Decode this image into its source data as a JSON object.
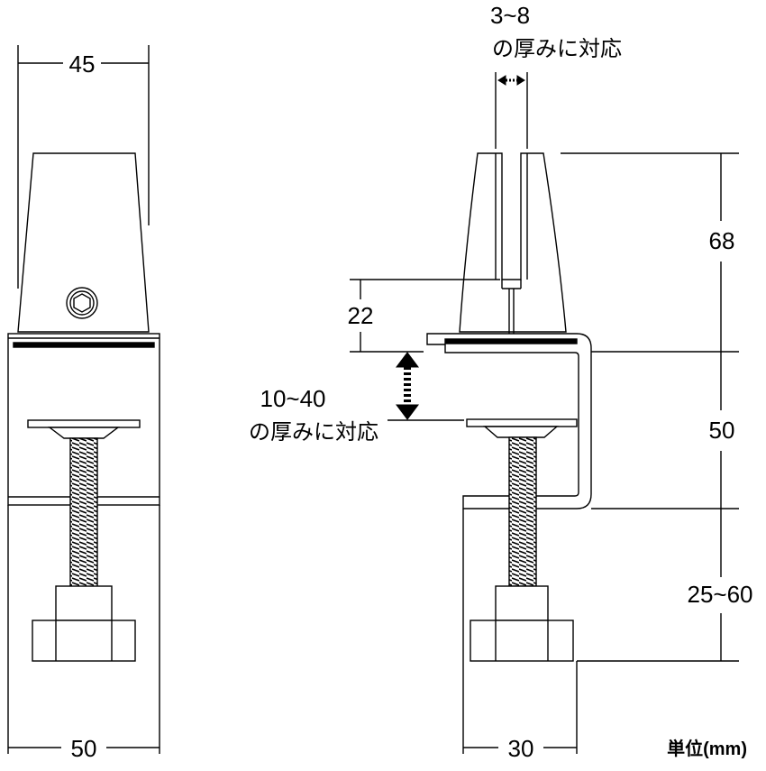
{
  "front_view": {
    "top_width": "45",
    "bottom_width": "50"
  },
  "side_view": {
    "panel_thickness": "3~8",
    "panel_note": "の厚みに対応",
    "insert_depth": "22",
    "desk_thickness": "10~40",
    "desk_note": "の厚みに対応",
    "upper_height": "68",
    "clamp_height": "50",
    "screw_range": "25~60",
    "bottom_width": "30"
  },
  "unit_label": "単位(mm)",
  "colors": {
    "line": "#000000",
    "fill": "#ffffff",
    "gap": "#000000"
  }
}
